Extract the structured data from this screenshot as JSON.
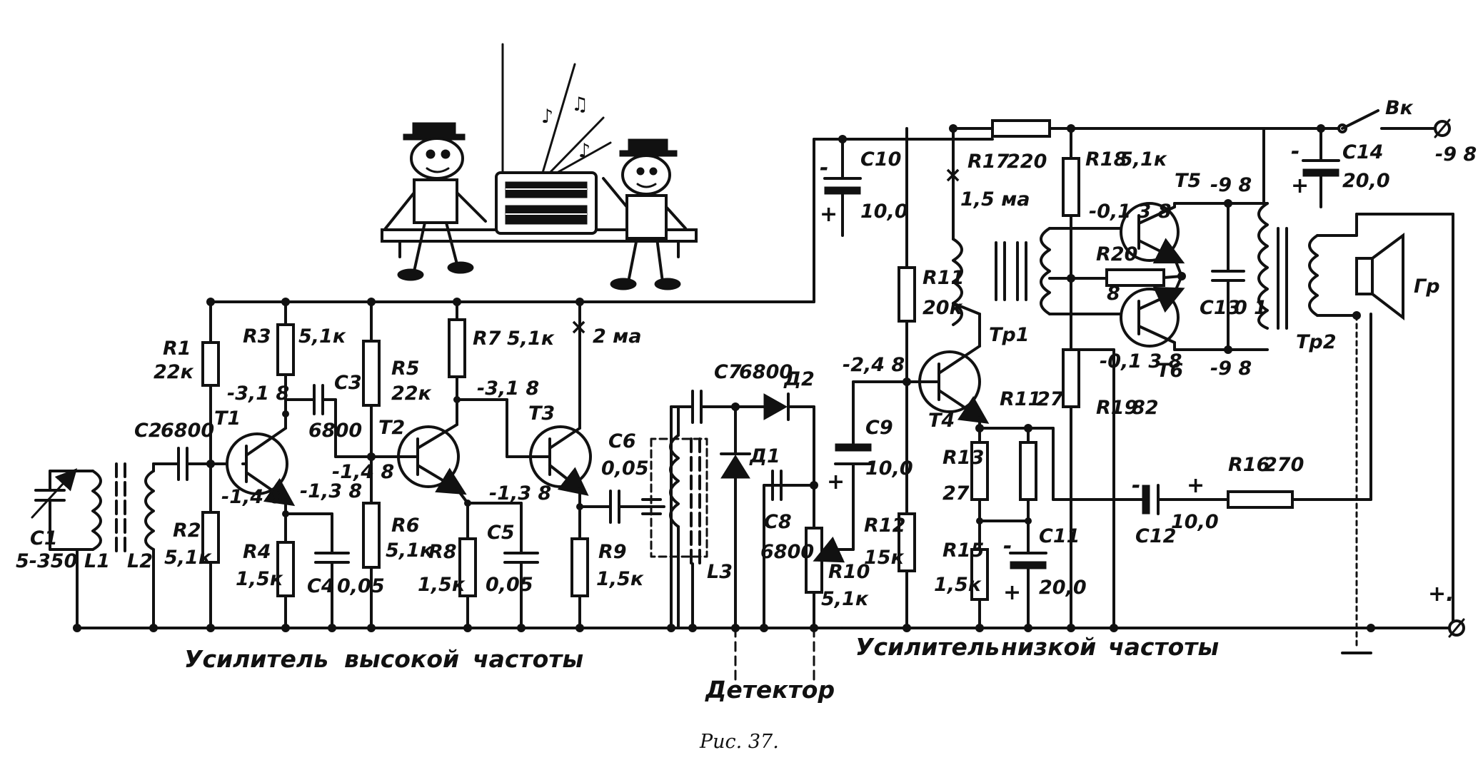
{
  "labels": {
    "c1": "C1",
    "c1_val": "5-350",
    "l1": "L1",
    "l2": "L2",
    "c2": "C2",
    "c2_val": "6800",
    "r1": "R1",
    "r1_val": "22к",
    "r2": "R2",
    "r2_val": "5,1к",
    "r3": "R3",
    "r3_val": "5,1к",
    "t1": "T1",
    "v_t1_c": "-3,1 8",
    "v_t1_b": "-1,4 8",
    "v_t1_e": "-1,3 8",
    "c3": "C3",
    "c3_val": "6800",
    "r4": "R4",
    "r4_val": "1,5к",
    "c4": "C4",
    "c4_val": "0,05",
    "r5": "R5",
    "r5_val": "22к",
    "t2": "T2",
    "v_t2_b": "-1,4 8",
    "r6": "R6",
    "r6_val": "5,1к",
    "r7": "R7",
    "r7_val": "5,1к",
    "v_t2_c": "-3,1 8",
    "t3": "T3",
    "v_t2_e": "-1,3 8",
    "r8": "R8",
    "r8_val": "1,5к",
    "c5": "C5",
    "c5_val": "0,05",
    "i_t3": "2 ма",
    "c6": "C6",
    "c6_val": "0,05",
    "r9": "R9",
    "r9_val": "1,5к",
    "c7": "C7",
    "c7_val": "6800",
    "l3": "L3",
    "d1": "Д1",
    "d2": "Д2",
    "c8": "C8",
    "c8_val": "6800",
    "r10": "R10",
    "r10_val": "5,1к",
    "c9": "C9",
    "c9_val": "10,0",
    "c10": "C10",
    "c10_val": "10,0",
    "v_t4_b": "-2,4 8",
    "r11a": "R11",
    "r11a_val": "20к",
    "r12": "R12",
    "r12_val": "15к",
    "t4": "T4",
    "r17": "R17",
    "r17_val": "220",
    "i_tr1": "1,5 ма",
    "tr1": "Tp1",
    "r11b": "R11",
    "r11b_val": "27",
    "r13": "R13",
    "r13_val": "27",
    "r15": "R15",
    "r15_val": "1,5к",
    "c11": "C11",
    "c11_val": "20,0",
    "r18": "R18",
    "r18_val": "5,1к",
    "v_t5_b": "-0,1 3 8",
    "t5": "T5",
    "r20": "R20",
    "r20_val": "8",
    "t6": "T6",
    "v_t6_b": "-0,1 3 8",
    "r19": "R19",
    "r19_val": "82",
    "c13": "C13",
    "c13_val": "0 1",
    "v_9a": "-9 8",
    "v_9b": "-9 8",
    "tr2": "Tp2",
    "c14": "C14",
    "c14_val": "20,0",
    "sw": "Вк",
    "v_supply": "-9 8",
    "speaker": "Гр",
    "c12": "C12",
    "c12_val": "10,0",
    "r16": "R16",
    "r16_val": "270",
    "plus_term": "+.",
    "minus_mark": "-",
    "plus_mark": "+"
  },
  "sections": {
    "hf_amp_1": "Усилитель",
    "hf_amp_2": "высокой",
    "hf_amp_3": "частоты",
    "detector": "Детектор",
    "lf_amp_1": "Усилитель",
    "lf_amp_2": "низкой",
    "lf_amp_3": "частоты"
  },
  "caption": "Рис. 37."
}
